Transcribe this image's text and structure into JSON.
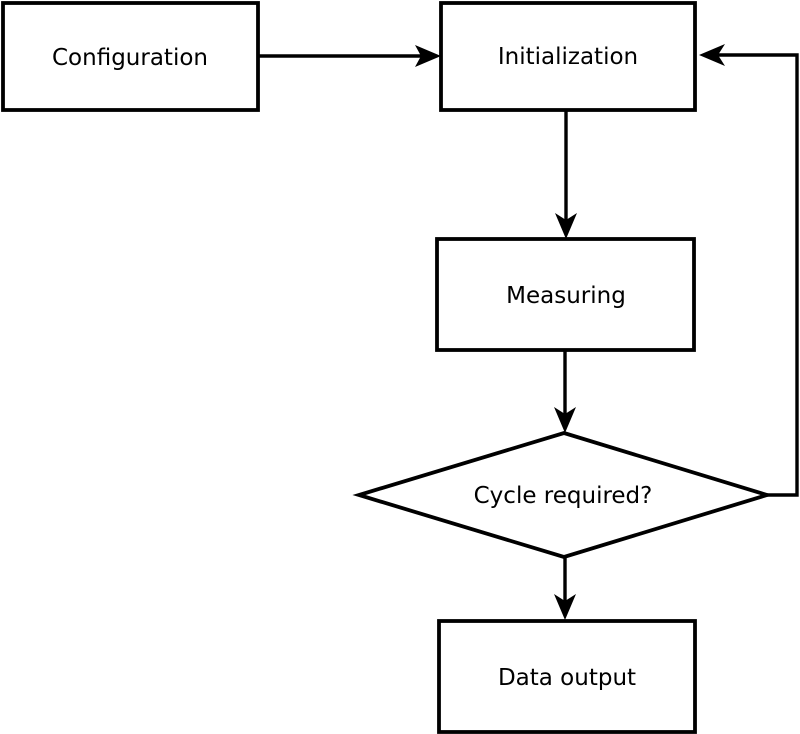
{
  "diagram": {
    "type": "flowchart",
    "background_color": "#ffffff",
    "line_color": "#000000",
    "node_fill_color": "#ffffff",
    "text_color": "#000000",
    "nodes": {
      "configuration": {
        "label": "Configuration",
        "shape": "rectangle"
      },
      "initialization": {
        "label": "Initialization",
        "shape": "rectangle"
      },
      "measuring": {
        "label": "Measuring",
        "shape": "rectangle"
      },
      "cycle_required": {
        "label": "Cycle required?",
        "shape": "diamond"
      },
      "data_output": {
        "label": "Data output",
        "shape": "rectangle"
      }
    },
    "edges": [
      {
        "from": "configuration",
        "to": "initialization",
        "direction": "right"
      },
      {
        "from": "initialization",
        "to": "measuring",
        "direction": "down"
      },
      {
        "from": "measuring",
        "to": "cycle_required",
        "direction": "down"
      },
      {
        "from": "cycle_required",
        "to": "data_output",
        "direction": "down"
      },
      {
        "from": "cycle_required",
        "to": "initialization",
        "direction": "loop-right-up"
      }
    ]
  }
}
